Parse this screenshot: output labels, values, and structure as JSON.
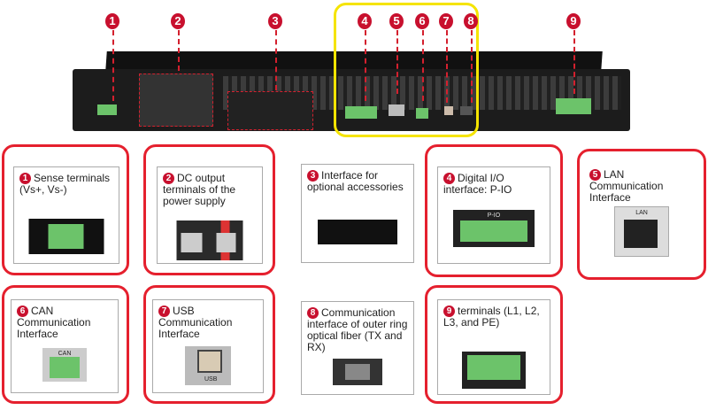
{
  "callouts": [
    "1",
    "2",
    "3",
    "4",
    "5",
    "6",
    "7",
    "8",
    "9"
  ],
  "cards": [
    {
      "num": "1",
      "text": "Sense terminals (Vs+, Vs-)"
    },
    {
      "num": "2",
      "text": "DC output terminals of the power supply"
    },
    {
      "num": "3",
      "text": "Interface for optional accessories"
    },
    {
      "num": "4",
      "text": "Digital I/O interface: P-IO",
      "thumb_label": "P-IO"
    },
    {
      "num": "5",
      "text": "LAN Communication Interface",
      "thumb_label": "LAN"
    },
    {
      "num": "6",
      "text": "CAN Communication Interface",
      "thumb_label": "CAN"
    },
    {
      "num": "7",
      "text": "USB Communication Interface",
      "thumb_label": "USB"
    },
    {
      "num": "8",
      "text": "Communication interface of outer ring optical fiber (TX and RX)"
    },
    {
      "num": "9",
      "text": "terminals (L1, L2, L3, and PE)"
    }
  ],
  "colors": {
    "accent": "#c8102e",
    "highlight": "#f5e400",
    "border": "#e5202e"
  }
}
